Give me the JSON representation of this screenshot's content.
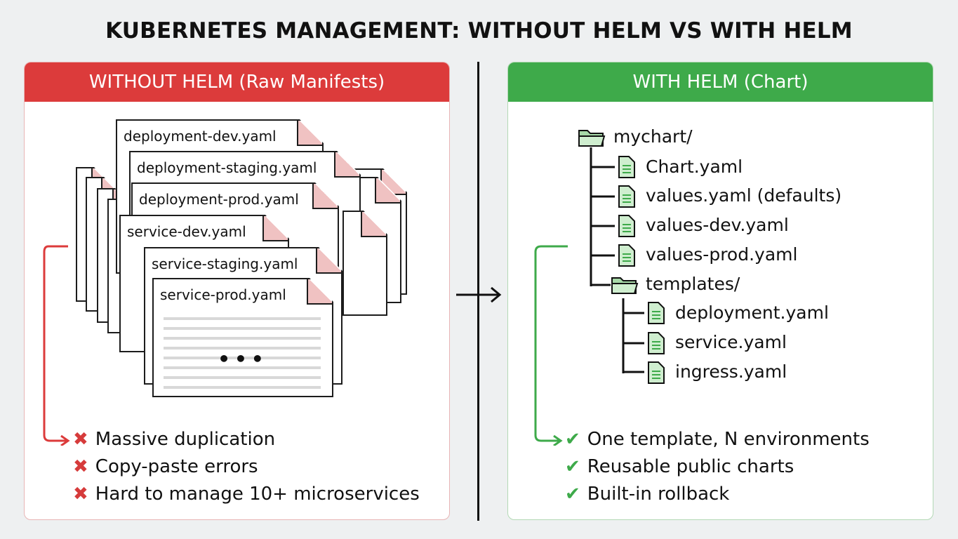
{
  "title": "KUBERNETES MANAGEMENT: WITHOUT HELM VS WITH HELM",
  "left": {
    "header": "WITHOUT HELM (Raw Manifests)",
    "files": [
      "deployment-dev.yaml",
      "deployment-staging.yaml",
      "deployment-prod.yaml",
      "service-dev.yaml",
      "service-staging.yaml",
      "service-prod.yaml"
    ],
    "ellipsis": "•••",
    "issues": [
      "Massive duplication",
      "Copy-paste errors",
      "Hard to manage 10+ microservices"
    ],
    "accent": "#dc3b3b"
  },
  "right": {
    "header": "WITH HELM (Chart)",
    "tree": {
      "root": "mychart/",
      "files": [
        "Chart.yaml",
        "values.yaml (defaults)",
        "values-dev.yaml",
        "values-prod.yaml"
      ],
      "folder": "templates/",
      "templates": [
        "deployment.yaml",
        "service.yaml",
        "ingress.yaml"
      ]
    },
    "benefits": [
      "One template, N environments",
      "Reusable public charts",
      "Built-in rollback"
    ],
    "accent": "#3eaa4a"
  },
  "icons": {
    "issue": "x-mark-icon",
    "benefit": "check-mark-icon",
    "file": "file-icon",
    "folder": "folder-icon",
    "arrow": "arrow-right-icon"
  }
}
